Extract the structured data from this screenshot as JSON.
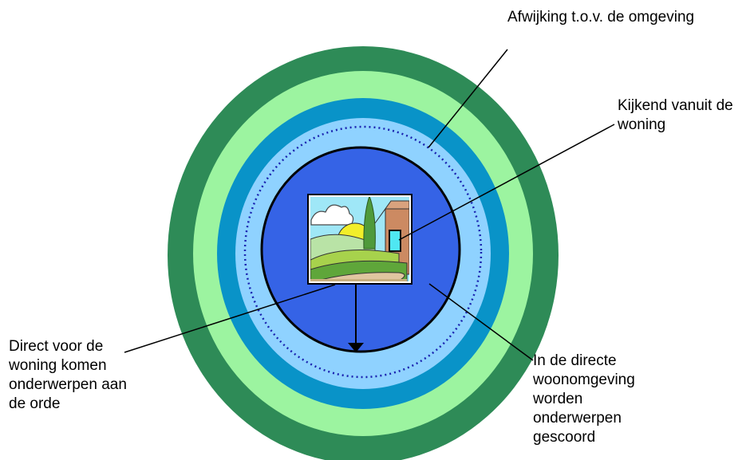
{
  "colors": {
    "ring_dark_green": "#2e8b57",
    "ring_light_green": "#9cf4a0",
    "ring_teal_blue": "#0993c8",
    "ring_light_blue": "#8fd2ff",
    "inner_blue": "#3563e6",
    "dotted_ring": "#1a23b0",
    "outline": "#000000",
    "pointer_lines": "#000000"
  },
  "icons": {
    "center_picture": "house-landscape-icon"
  },
  "labels": {
    "deviation": [
      "Afwijking t.o.v. de omgeving"
    ],
    "looking_from_home": [
      "Kijkend vanuit de",
      "woning"
    ],
    "directly_in_front": [
      "Direct voor de",
      "woning komen",
      "onderwerpen aan",
      "de orde"
    ],
    "immediate_surroundings": [
      "In de directe",
      "woonomgeving",
      "worden",
      "onderwerpen",
      "gescoord"
    ]
  }
}
